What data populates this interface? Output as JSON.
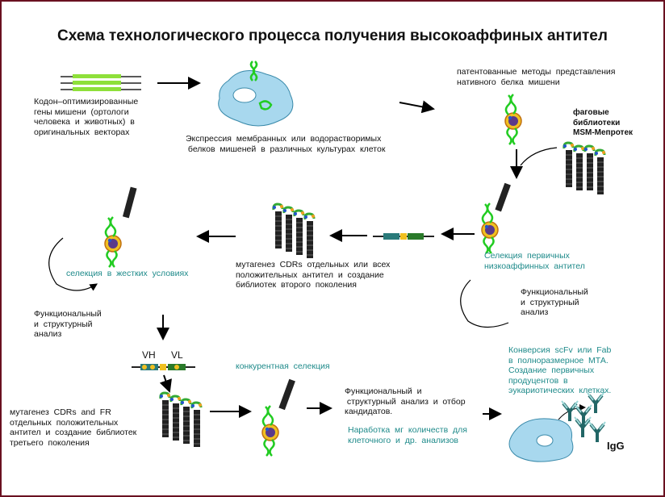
{
  "title": "Схема технологического процесса получения высокоаффиных антител",
  "labels": {
    "codon_genes": "Кодон–оптимизированные\nгены мишени  (ортологи\nчеловека  и  животных)  в\nоригинальных  векторах",
    "expression": "Экспрессия  мембранных  или  водорастворимых\n белков  мишеней  в  различных  культурах  клеток",
    "patented_methods": "патентованные  методы  представления\nнативного  белка  мишени",
    "phage_libraries": "фаговые\nбиблиотеки\nMSM-Мепротек",
    "primary_selection": "Селекция  первичных\nнизкоаффинных  антител",
    "functional_1": "Функциональный\nи  структурный\nанализ",
    "mutagenesis_cdr": "мутагенез  CDRs  отдельных  или  всех\nположительных  антител  и  создание\nбиблиотек  второго  поколения",
    "stringent_selection": "селекция  в  жестких  условиях",
    "functional_2": "Функциональный\nи  структурный\nанализ",
    "vh": "VH",
    "vl": "VL",
    "competitive_selection": "конкурентная  селекция",
    "mutagenesis_fr": "мутагенез  CDRs  and  FR\nотдельных  положительных\nантител  и  создание  библиотек\nтретьего  поколения",
    "functional_3": "Функциональный  и\n структурный  анализ  и  отбор\nкандидатов.",
    "production": "Наработка  мг  количеств  для\nклеточного  и  др.  анализов",
    "conversion": "Конверсия  scFv  или  Fab\nв  полноразмерное  МТА.\nСоздание  первичных\nпродуцентов  в\nэукариотических  клетках.",
    "igg": "IgG"
  },
  "colors": {
    "frame": "#6a1020",
    "teal_text": "#1e8a8a",
    "gene_green": "#8ee03a",
    "protein_green": "#33cc33",
    "cell_blue": "#a8d8ee",
    "phage_orange": "#f0a020",
    "phage_purple": "#5a3a8a",
    "phage_body": "#222222"
  },
  "icons": [
    "arrow-icon",
    "cell-icon",
    "gene-vector-icon",
    "phage-icon",
    "phage-library-icon",
    "scfv-construct-icon",
    "igg-icon",
    "cycle-arrow-icon"
  ]
}
